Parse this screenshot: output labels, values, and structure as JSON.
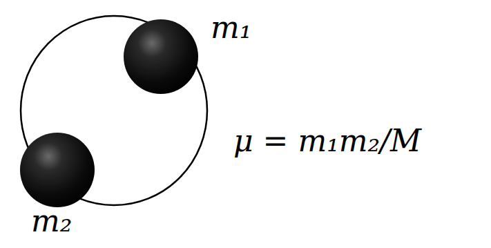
{
  "diagram": {
    "labels": [
      "m₁",
      "m₂",
      "μ = m₁m₂/M"
    ]
  }
}
